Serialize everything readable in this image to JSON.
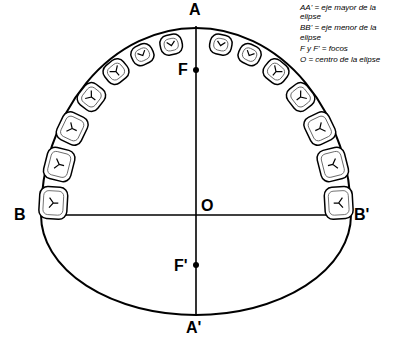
{
  "diagram": {
    "labels": [
      "A",
      "F",
      "O",
      "B",
      "B'",
      "F'",
      "A'",
      "AA' = eje mayor de la elipse",
      "BB' = eje menor de la elipse",
      "F y F' = focos",
      "O = centro de la elipse"
    ]
  }
}
